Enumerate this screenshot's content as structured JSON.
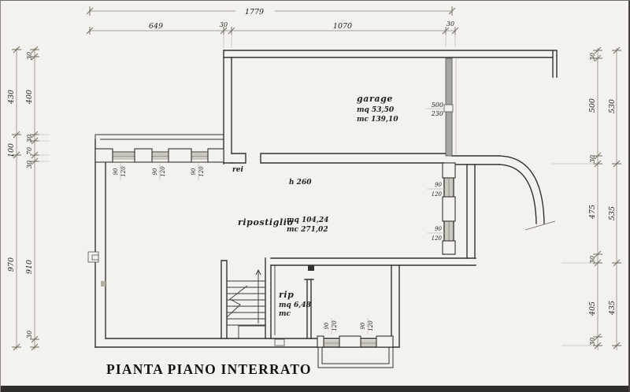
{
  "title": "PIANTA PIANO INTERRATO",
  "dimensions": {
    "top": {
      "total": "1779",
      "segments": [
        "649",
        "30",
        "1070",
        "30"
      ]
    },
    "left": {
      "outer": [
        "430",
        "100",
        "970"
      ],
      "inner": [
        "30",
        "400",
        "30",
        "70",
        "30",
        "910",
        "30"
      ]
    },
    "right": {
      "outer": [
        "530",
        "535",
        "435"
      ],
      "inner": [
        "30",
        "500",
        "30",
        "475",
        "30",
        "405",
        "30"
      ]
    }
  },
  "rooms": {
    "garage": {
      "name": "garage",
      "mq": "mq 53,50",
      "mc": "mc 139,10"
    },
    "ripostiglio": {
      "name": "ripostiglio",
      "mq": "mq 104,24",
      "mc": "mc 271,02"
    },
    "rip": {
      "name": "rip",
      "mq": "mq 6,48",
      "mc": "mc"
    },
    "height_note": "h 260",
    "fire_door": "rei"
  },
  "openings": {
    "garage_door": {
      "w": "500",
      "h": "230"
    },
    "window": {
      "w": "90",
      "h": "120"
    }
  },
  "colors": {
    "paper": "#f3f2ee",
    "ink": "#34322c",
    "dim": "#8c8878",
    "door_fill": "#a7a5a0"
  }
}
